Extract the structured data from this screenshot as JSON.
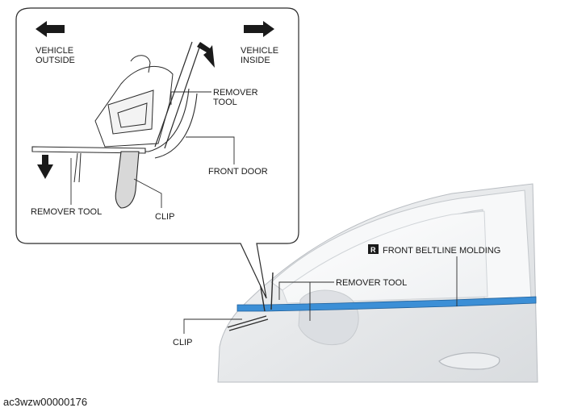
{
  "labels": {
    "vehicle_outside_1": "VEHICLE",
    "vehicle_outside_2": "OUTSIDE",
    "vehicle_inside_1": "VEHICLE",
    "vehicle_inside_2": "INSIDE",
    "remover_tool_detail_1": "REMOVER",
    "remover_tool_detail_2": "TOOL",
    "front_door": "FRONT DOOR",
    "remover_tool_left": "REMOVER TOOL",
    "clip_detail": "CLIP",
    "badge": "R",
    "front_beltline_molding": "FRONT BELTLINE MOLDING",
    "remover_tool_main": "REMOVER TOOL",
    "clip_main": "CLIP"
  },
  "figure_code": "ac3wzw00000176",
  "colors": {
    "molding_blue": "#3c8fd6",
    "door_gray": "#e4e6e9",
    "line": "#2b2b2b"
  }
}
